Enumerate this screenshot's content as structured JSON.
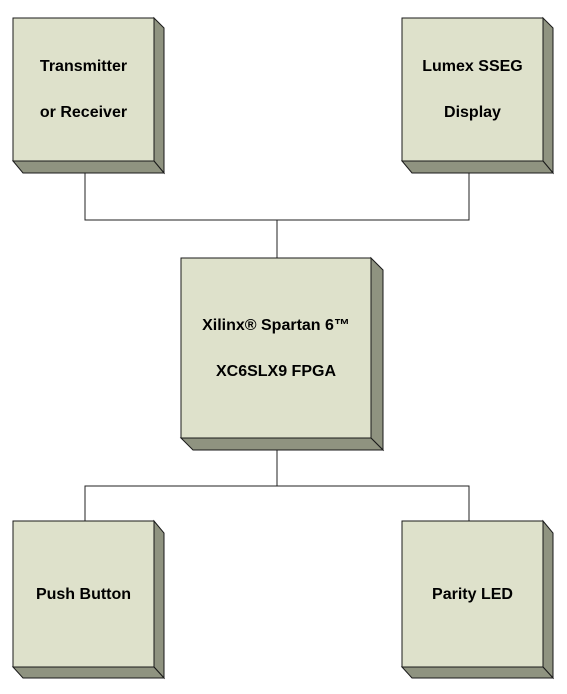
{
  "colors": {
    "face": "#dee1cb",
    "side": "#8f9380",
    "top_edge": "#b8bca6",
    "outline": "#1a1a1a",
    "connector": "#222222"
  },
  "blocks": {
    "transmitter": {
      "line1": "Transmitter",
      "line2": "or Receiver"
    },
    "sseg": {
      "line1": "Lumex SSEG",
      "line2": "Display"
    },
    "fpga": {
      "line1": "Xilinx® Spartan 6™",
      "line2": "XC6SLX9 FPGA"
    },
    "push_button": {
      "label": "Push Button"
    },
    "parity_led": {
      "label": "Parity LED"
    }
  }
}
